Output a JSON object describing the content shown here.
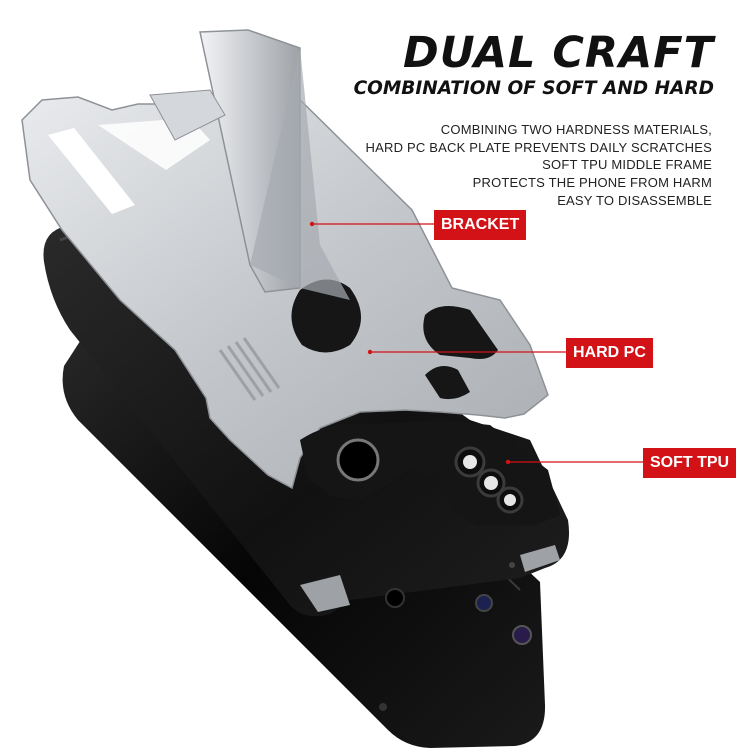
{
  "heading": {
    "title": "DUAL CRAFT",
    "subtitle": "COMBINATION OF SOFT AND HARD"
  },
  "description": [
    "COMBINING TWO HARDNESS MATERIALS,",
    "HARD PC BACK PLATE PREVENTS DAILY SCRATCHES",
    "SOFT TPU MIDDLE FRAME",
    "PROTECTS THE PHONE FROM HARM",
    "EASY TO DISASSEMBLE"
  ],
  "labels": {
    "bracket": "BRACKET",
    "hard_pc": "HARD PC",
    "soft_tpu": "SOFT TPU"
  },
  "colors": {
    "accent": "#d31217",
    "hard_pc_silver": "#c9ccd0",
    "tpu_black": "#151515",
    "phone_glass": "#0b0b0b"
  }
}
